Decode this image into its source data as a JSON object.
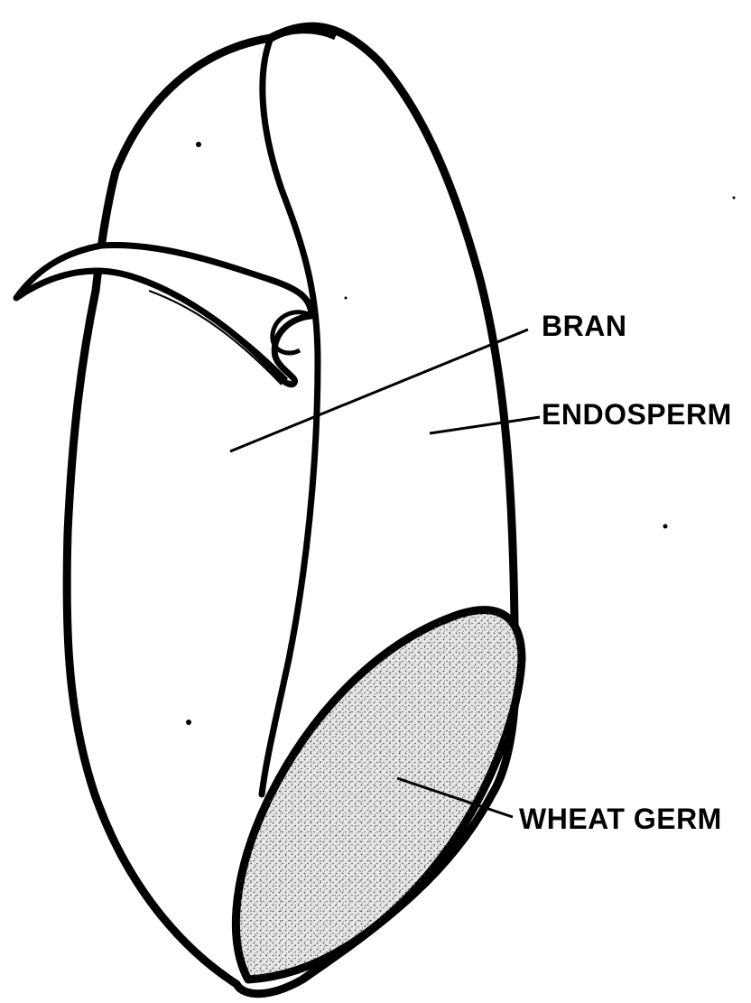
{
  "diagram": {
    "labels": {
      "bran": "BRAN",
      "endosperm": "ENDOSPERM",
      "wheat_germ": "WHEAT GERM"
    },
    "colors": {
      "outline": "#000000",
      "background": "#ffffff",
      "germ_fill": "#d9d9d9",
      "germ_dots": "#5a5a5a"
    }
  }
}
